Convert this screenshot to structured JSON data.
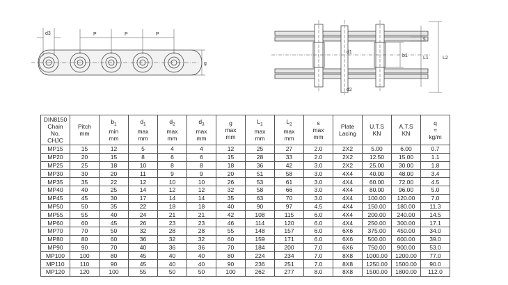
{
  "side_view": {
    "labels": {
      "d3": "d3",
      "p1": "P",
      "p2": "P",
      "p3": "P",
      "g": "g"
    }
  },
  "top_view": {
    "labels": {
      "d1": "d1",
      "d2": "d2",
      "b1": "b1",
      "s": "s",
      "L1": "L1",
      "L2": "L2"
    }
  },
  "table": {
    "headers": [
      {
        "lines": [
          "DIN8150",
          "Chain",
          "No.",
          "CHJC"
        ]
      },
      {
        "main": "Pitch",
        "sub": "",
        "lines": [
          "mm"
        ]
      },
      {
        "main": "b",
        "sub": "1",
        "lines": [
          "min",
          "mm"
        ]
      },
      {
        "main": "d",
        "sub": "1",
        "lines": [
          "max",
          "mm"
        ]
      },
      {
        "main": "d",
        "sub": "2",
        "lines": [
          "max",
          "mm"
        ]
      },
      {
        "main": "d",
        "sub": "3",
        "lines": [
          "max",
          "mm"
        ]
      },
      {
        "main": "g",
        "sub": "",
        "lines": [
          "max",
          "mm"
        ]
      },
      {
        "main": "L",
        "sub": "1",
        "lines": [
          "max",
          "mm"
        ]
      },
      {
        "main": "L",
        "sub": "2",
        "lines": [
          "max",
          "mm"
        ]
      },
      {
        "main": "s",
        "sub": "",
        "lines": [
          "max",
          "mm"
        ]
      },
      {
        "main": "Plate",
        "sub": "",
        "lines": [
          "Lacing"
        ]
      },
      {
        "main": "U.T.S",
        "sub": "",
        "lines": [
          "KN"
        ]
      },
      {
        "main": "A.T.S",
        "sub": "",
        "lines": [
          "KN"
        ]
      },
      {
        "main": "q",
        "sub": "",
        "lines": [
          "≈",
          "kg/m"
        ]
      }
    ],
    "rows": [
      [
        "MP15",
        "15",
        "12",
        "5",
        "4",
        "4",
        "12",
        "25",
        "27",
        "2.0",
        "2X2",
        "5.00",
        "6.00",
        "0.7"
      ],
      [
        "MP20",
        "20",
        "15",
        "8",
        "6",
        "6",
        "15",
        "28",
        "33",
        "2.0",
        "2X2",
        "12.50",
        "15.00",
        "1.1"
      ],
      [
        "MP25",
        "25",
        "18",
        "10",
        "8",
        "8",
        "18",
        "36",
        "42",
        "3.0",
        "2X2",
        "25.00",
        "30.00",
        "1.8"
      ],
      [
        "MP30",
        "30",
        "20",
        "11",
        "9",
        "9",
        "20",
        "51",
        "58",
        "3.0",
        "4X4",
        "40.00",
        "48.00",
        "3.4"
      ],
      [
        "MP35",
        "35",
        "22",
        "12",
        "10",
        "10",
        "26",
        "53",
        "61",
        "3.0",
        "4X4",
        "60.00",
        "72.00",
        "4.5"
      ],
      [
        "MP40",
        "40",
        "25",
        "14",
        "12",
        "12",
        "32",
        "58",
        "66",
        "3.0",
        "4X4",
        "80.00",
        "96.00",
        "5.0"
      ],
      [
        "MP45",
        "45",
        "30",
        "17",
        "14",
        "14",
        "35",
        "63",
        "70",
        "3.0",
        "4X4",
        "100.00",
        "120.00",
        "7.0"
      ],
      [
        "MP50",
        "50",
        "35",
        "22",
        "18",
        "18",
        "40",
        "90",
        "97",
        "4.5",
        "4X4",
        "150.00",
        "180.00",
        "11.3"
      ],
      [
        "MP55",
        "55",
        "40",
        "24",
        "21",
        "21",
        "42",
        "108",
        "115",
        "6.0",
        "4X4",
        "200.00",
        "240.00",
        "14.5"
      ],
      [
        "MP60",
        "60",
        "45",
        "26",
        "23",
        "23",
        "46",
        "114",
        "120",
        "6.0",
        "4X4",
        "250.00",
        "300.00",
        "17.1"
      ],
      [
        "MP70",
        "70",
        "50",
        "32",
        "28",
        "28",
        "55",
        "148",
        "157",
        "6.0",
        "6X6",
        "375.00",
        "450.00",
        "34.0"
      ],
      [
        "MP80",
        "80",
        "60",
        "36",
        "32",
        "32",
        "60",
        "159",
        "171",
        "6.0",
        "6X6",
        "500.00",
        "600.00",
        "39.0"
      ],
      [
        "MP90",
        "90",
        "70",
        "40",
        "36",
        "36",
        "70",
        "184",
        "200",
        "7.0",
        "6X6",
        "750.00",
        "900.00",
        "53.0"
      ],
      [
        "MP100",
        "100",
        "80",
        "45",
        "40",
        "40",
        "80",
        "224",
        "234",
        "7.0",
        "8X8",
        "1000.00",
        "1200.00",
        "77.0"
      ],
      [
        "MP110",
        "110",
        "90",
        "45",
        "40",
        "40",
        "90",
        "236",
        "251",
        "7.0",
        "8X8",
        "1250.00",
        "1500.00",
        "90.0"
      ],
      [
        "MP120",
        "120",
        "100",
        "55",
        "50",
        "50",
        "100",
        "262",
        "277",
        "8.0",
        "8X8",
        "1500.00",
        "1800.00",
        "112.0"
      ]
    ]
  }
}
